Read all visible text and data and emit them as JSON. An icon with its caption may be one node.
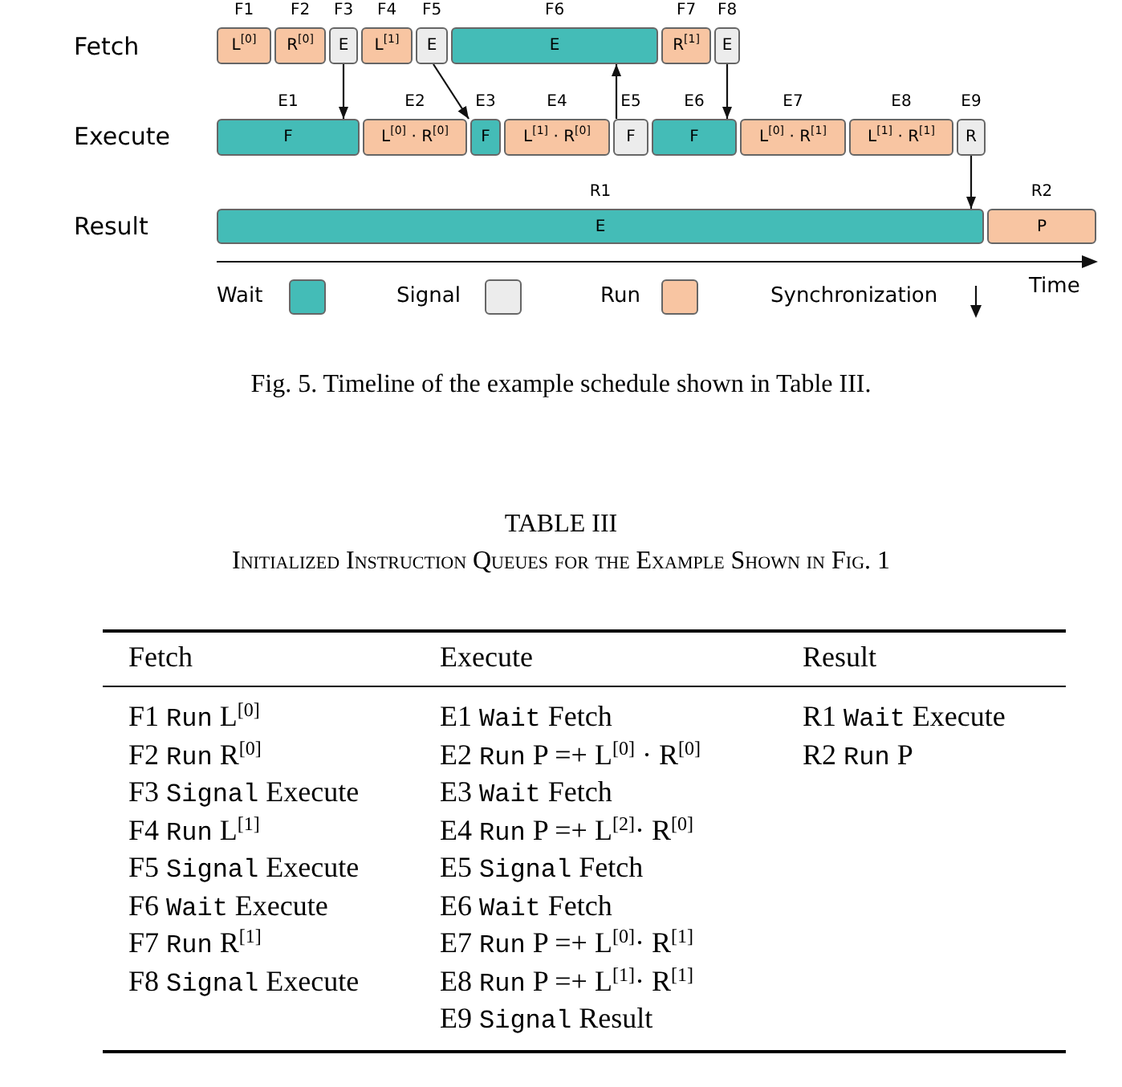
{
  "diagram": {
    "caption": "Fig. 5. Timeline of the example schedule shown in Table III.",
    "nodes": [
      {
        "text": [
          "L$^{[0]}$"
        ],
        "beside": [
          "F1"
        ]
      },
      {
        "text": [
          "R$^{[0]}$"
        ],
        "beside": [
          "F2"
        ]
      },
      {
        "text": [
          "E"
        ],
        "beside": [
          "F3"
        ]
      },
      {
        "text": [
          "L$^{[1]}$"
        ],
        "beside": [
          "F4"
        ]
      },
      {
        "text": [
          "E"
        ],
        "beside": [
          "F5"
        ]
      },
      {
        "text": [
          "E"
        ],
        "beside": [
          "F6"
        ]
      },
      {
        "text": [
          "R$^{[1]}$"
        ],
        "beside": [
          "F7"
        ]
      },
      {
        "text": [
          "E"
        ],
        "beside": [
          "F8"
        ]
      },
      {
        "text": [
          "F"
        ],
        "beside": [
          "E1"
        ]
      },
      {
        "text": [
          "L$^{[0]}$ · R$^{[0]}$"
        ],
        "beside": [
          "E2"
        ]
      },
      {
        "text": [
          "F"
        ],
        "beside": [
          "E3"
        ]
      },
      {
        "text": [
          "L$^{[1]}$ · R$^{[0]}$"
        ],
        "beside": [
          "E4"
        ]
      },
      {
        "text": [
          "F"
        ],
        "beside": [
          "E5"
        ]
      },
      {
        "text": [
          "F"
        ],
        "beside": [
          "E6"
        ]
      },
      {
        "text": [
          "L$^{[0]}$ · R$^{[1]}$"
        ],
        "beside": [
          "E7"
        ]
      },
      {
        "text": [
          "L$^{[1]}$ · R$^{[1]}$"
        ],
        "beside": [
          "E8"
        ]
      },
      {
        "text": [
          "R"
        ],
        "beside": [
          "E9"
        ]
      },
      {
        "text": [
          "E"
        ],
        "beside": [
          "R1"
        ]
      },
      {
        "text": [
          "P"
        ],
        "beside": [
          "R2"
        ]
      }
    ],
    "edges": [
      {
        "from": 2,
        "to": 8,
        "arrow": "to"
      },
      {
        "from": 4,
        "to": 10,
        "arrow": "to"
      },
      {
        "from": 12,
        "to": 5,
        "arrow": "to"
      },
      {
        "from": 7,
        "to": 13,
        "arrow": "to"
      },
      {
        "from": 16,
        "to": 17,
        "arrow": "to"
      }
    ],
    "labels": [
      "Fetch",
      "Execute",
      "Result",
      "Time",
      "TABLE III",
      "Initialized Instruction Queues for the Example Shown in Fig. 1",
      "Fetch",
      "Execute",
      "Result",
      "F1 Run L$^{[0]}$",
      "E1 Wait Fetch",
      "R1 Wait Execute",
      "F2 Run R$^{[0]}$",
      "E2 Run P =+ L$^{[0]}$ · R$^{[0]}$",
      "R2 Run P",
      "F3 Signal Execute",
      "E3 Wait Fetch",
      "F4 Run L$^{[1]}$",
      "E4 Run P =+ L$^{[2]}$· R$^{[0]}$",
      "F5 Signal Execute",
      "E5 Signal Fetch",
      "F6 Wait Execute",
      "E6 Wait Fetch",
      "F7 Run R$^{[1]}$",
      "E7 Run P =+ L$^{[0]}$· R$^{[1]}$",
      "F8 Signal Execute",
      "E8 Run P =+ L$^{[1]}$· R$^{[1]}$",
      "E9 Signal Result"
    ],
    "legend": [
      {
        "text": "Wait",
        "color": "#44bcb7"
      },
      {
        "text": "Signal",
        "color": "#ececec"
      },
      {
        "text": "Run",
        "color": "#f8c5a2"
      },
      {
        "text": "Synchronization"
      }
    ]
  }
}
